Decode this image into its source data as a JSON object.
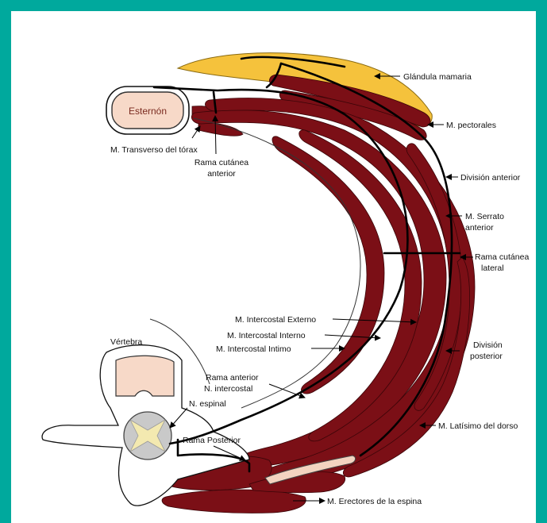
{
  "colors": {
    "border": "#00a99d",
    "muscle": "#7b0f16",
    "gland": "#f5c23c",
    "bone": "#f7d9c8",
    "nerve": "#000000"
  },
  "labels": {
    "sternum": "Esternón",
    "vertebra": "Vértebra",
    "mammary_gland": "Glándula mamaria",
    "pectorals": "M. pectorales",
    "transverse_thorax": "M. Transverso del tórax",
    "anterior_cutaneous_1": "Rama cutánea",
    "anterior_cutaneous_2": "anterior",
    "anterior_division": "División anterior",
    "serratus_1": "M. Serrato",
    "serratus_2": "anterior",
    "lateral_cutaneous_1": "Rama cutánea",
    "lateral_cutaneous_2": "lateral",
    "external_intercostal": "M. Intercostal Externo",
    "internal_intercostal": "M. Intercostal Interno",
    "intimate_intercostal": "M. Intercostal Intimo",
    "posterior_division_1": "División",
    "posterior_division_2": "posterior",
    "anterior_branch_1": "Rama anterior",
    "anterior_branch_2": "N. intercostal",
    "spinal_nerve": "N. espinal",
    "posterior_branch": "Rama Posterior",
    "latissimus": "M. Latísimo del dorso",
    "erector_spinae": "M. Erectores de la espina"
  }
}
